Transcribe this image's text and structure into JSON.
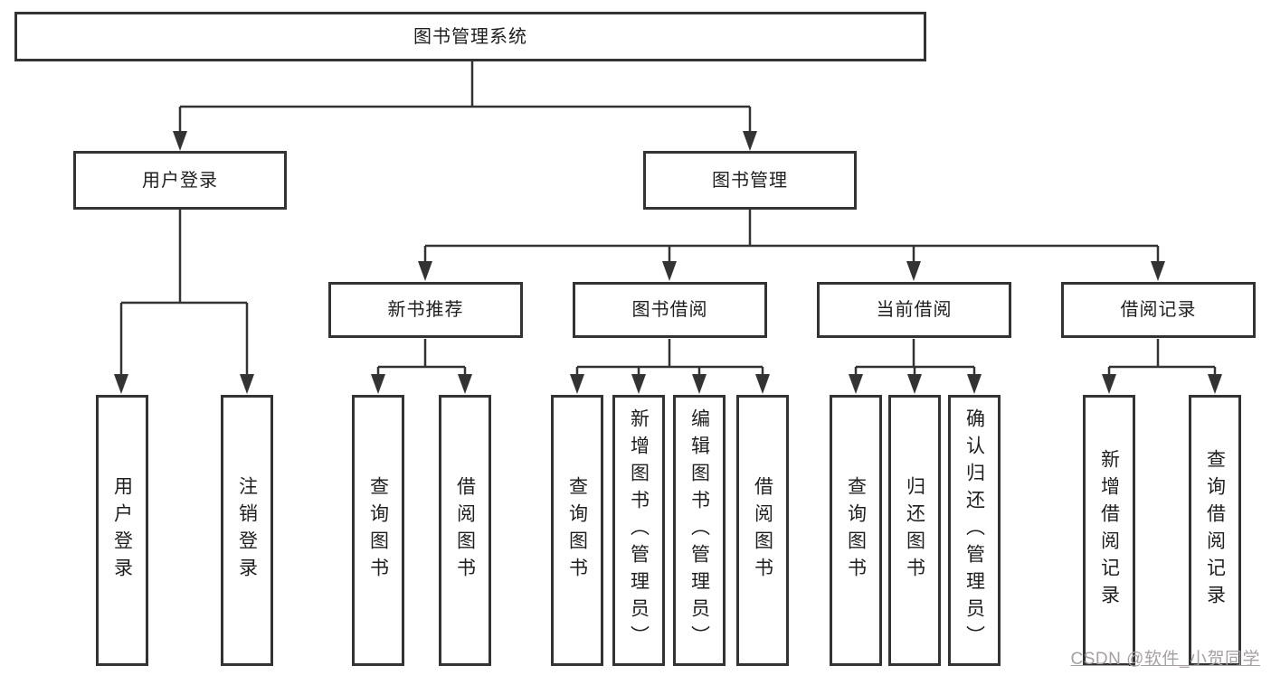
{
  "colors": {
    "line": "#333333",
    "text": "#1f1f1f",
    "watermark": "#a7a0a0",
    "background": "#ffffff"
  },
  "diagram": {
    "root": {
      "label": "图书管理系统"
    },
    "level2": [
      {
        "label": "用户登录"
      },
      {
        "label": "图书管理"
      }
    ],
    "level3": [
      {
        "label": "新书推荐"
      },
      {
        "label": "图书借阅"
      },
      {
        "label": "当前借阅"
      },
      {
        "label": "借阅记录"
      }
    ],
    "level4": {
      "user_login": [
        {
          "label": "用户登录"
        },
        {
          "label": "注销登录"
        }
      ],
      "new_book": [
        {
          "label": "查询图书"
        },
        {
          "label": "借阅图书"
        }
      ],
      "book_borrow": [
        {
          "label": "查询图书"
        },
        {
          "label": "新增图书（管理员）"
        },
        {
          "label": "编辑图书（管理员）"
        },
        {
          "label": "借阅图书"
        }
      ],
      "current_borrow": [
        {
          "label": "查询图书"
        },
        {
          "label": "归还图书"
        },
        {
          "label": "确认归还（管理员）"
        }
      ],
      "borrow_record": [
        {
          "label": "新增借阅记录"
        },
        {
          "label": "查询借阅记录"
        }
      ]
    }
  },
  "watermark": {
    "text": "CSDN @软件_小贺同学"
  }
}
